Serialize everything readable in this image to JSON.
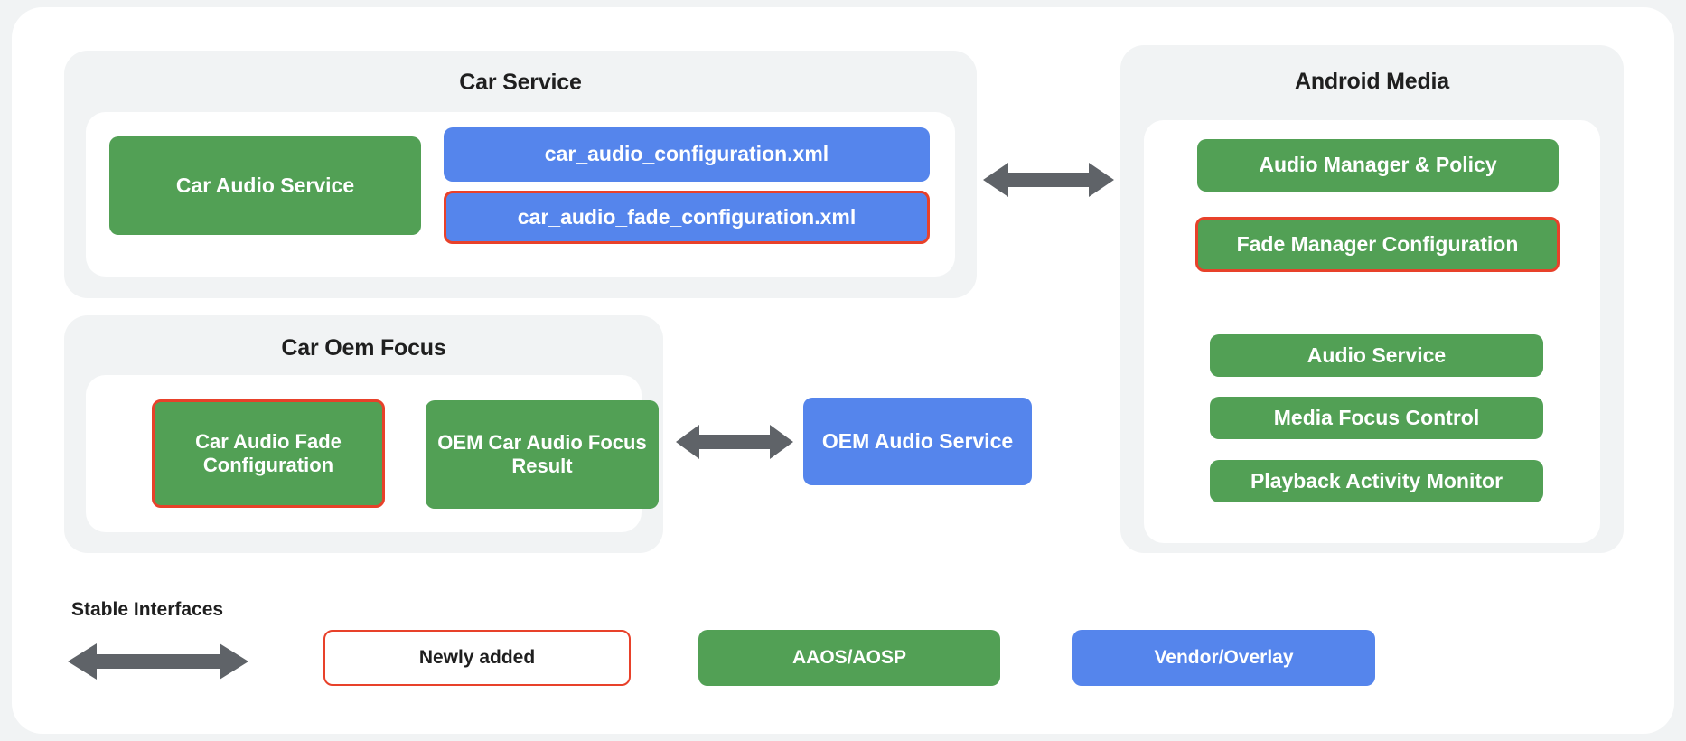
{
  "diagram": {
    "colors": {
      "page_background": "#f1f3f4",
      "card_background": "#ffffff",
      "group_background": "#f1f3f4",
      "aaos_green": "#52a055",
      "vendor_blue": "#5585ec",
      "newly_added_red": "#e8412a",
      "arrow_gray": "#5f6368",
      "text_dark": "#1f1f1f"
    },
    "groups": [
      {
        "id": "car-service",
        "title": "Car Service",
        "nodes": [
          {
            "id": "car-audio-service",
            "label": "Car Audio Service",
            "style": "green",
            "highlighted": false
          },
          {
            "id": "car-audio-configuration-xml",
            "label": "car_audio_configuration.xml",
            "style": "blue",
            "highlighted": false
          },
          {
            "id": "car-audio-fade-configuration-xml",
            "label": "car_audio_fade_configuration.xml",
            "style": "blue",
            "highlighted": true
          }
        ]
      },
      {
        "id": "car-oem-focus",
        "title": "Car Oem Focus",
        "nodes": [
          {
            "id": "car-audio-fade-configuration",
            "label": "Car Audio Fade Configuration",
            "style": "green",
            "highlighted": true
          },
          {
            "id": "oem-car-audio-focus-result",
            "label": "OEM Car Audio Focus Result",
            "style": "green",
            "highlighted": false
          }
        ]
      },
      {
        "id": "android-media",
        "title": "Android Media",
        "nodes": [
          {
            "id": "audio-manager-policy",
            "label": "Audio Manager & Policy",
            "style": "green",
            "highlighted": false
          },
          {
            "id": "fade-manager-configuration",
            "label": "Fade Manager Configuration",
            "style": "green",
            "highlighted": true
          },
          {
            "id": "audio-service",
            "label": "Audio Service",
            "style": "green",
            "highlighted": false
          },
          {
            "id": "media-focus-control",
            "label": "Media Focus Control",
            "style": "green",
            "highlighted": false
          },
          {
            "id": "playback-activity-monitor",
            "label": "Playback Activity Monitor",
            "style": "green",
            "highlighted": false
          }
        ]
      }
    ],
    "standalone_nodes": [
      {
        "id": "oem-audio-service",
        "label": "OEM Audio Service",
        "style": "blue",
        "highlighted": false
      }
    ],
    "connectors": [
      {
        "id": "car-service-to-android-media",
        "type": "double-arrow"
      },
      {
        "id": "car-oem-focus-to-oem-audio-service",
        "type": "double-arrow"
      }
    ],
    "legend": {
      "stable_interfaces_label": "Stable Interfaces",
      "items": [
        {
          "id": "stable-interfaces-arrow",
          "kind": "double-arrow",
          "label": ""
        },
        {
          "id": "newly-added",
          "kind": "outline",
          "label": "Newly added"
        },
        {
          "id": "aaos-aosp",
          "kind": "green",
          "label": "AAOS/AOSP"
        },
        {
          "id": "vendor-overlay",
          "kind": "blue",
          "label": "Vendor/Overlay"
        }
      ]
    }
  }
}
